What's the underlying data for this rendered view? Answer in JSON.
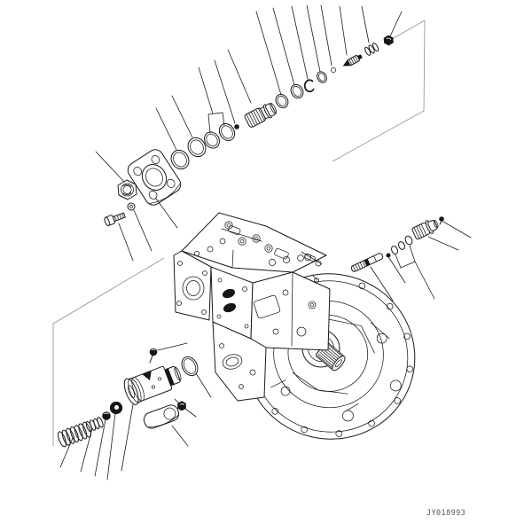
{
  "figure": {
    "type": "exploded-parts-diagram",
    "subject": "hydraulic-piston-pump-assembly",
    "drawing_number": "JY018993"
  },
  "colors": {
    "background": "#ffffff",
    "line": "#1a1a1a",
    "frame_line": "#8f8f8f",
    "label_text": "#555555"
  },
  "parts": [
    "hex-bolt",
    "washer",
    "hex-nut",
    "flange-plate",
    "o-ring-1",
    "o-ring-2",
    "o-ring-3",
    "o-ring-4",
    "steel-ball",
    "threaded-plug-large",
    "o-ring-5",
    "o-ring-6",
    "snap-ring",
    "o-ring-7",
    "retainer-ring",
    "needle-valve",
    "valve-spring",
    "lock-nut",
    "pump-main-body",
    "mounting-flange",
    "splined-shaft",
    "control-rod",
    "pin",
    "o-ring-8",
    "o-ring-9",
    "o-ring-10",
    "threaded-plug-small",
    "set-screw",
    "relief-valve-cartridge",
    "valve-o-ring",
    "cap-bolt",
    "lock-nut-small",
    "link-plate",
    "ring-nut",
    "valve-piston",
    "spring-small",
    "spring-large"
  ]
}
